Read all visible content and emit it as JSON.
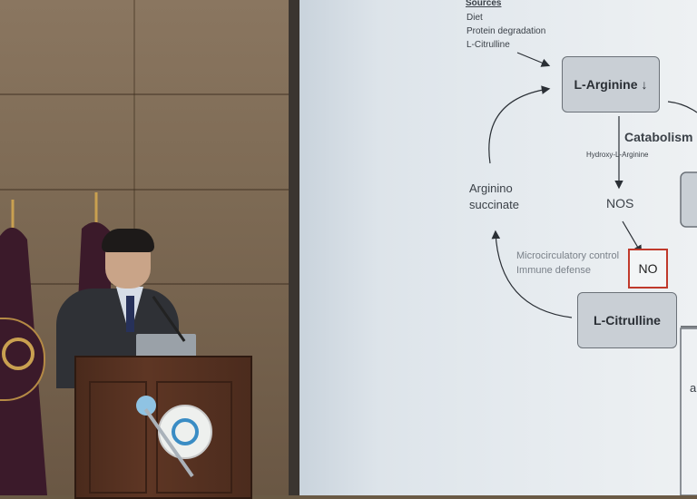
{
  "slide": {
    "sources_heading": "Sources",
    "sources": [
      "Diet",
      "Protein degradation",
      "L-Citrulline"
    ],
    "l_arginine": "L-Arginine",
    "catabolism": "Catabolism",
    "hydroxy": "Hydroxy-L-Arginine",
    "nos": "NOS",
    "arginino_line1": "Arginino",
    "arginino_line2": "succinate",
    "micro_line1": "Microcirculatory control",
    "micro_line2": "Immune defense",
    "no": "NO",
    "l_citrulline": "L-Citrulline",
    "edge_letter": "a"
  },
  "colors": {
    "no_border": "#c0392b",
    "screen": "#e6ebef",
    "podium": "#5e3624",
    "emblem_accent": "#3a8cc4"
  },
  "icons": [
    "microphone-icon",
    "university-emblem-icon",
    "seal-icon"
  ]
}
